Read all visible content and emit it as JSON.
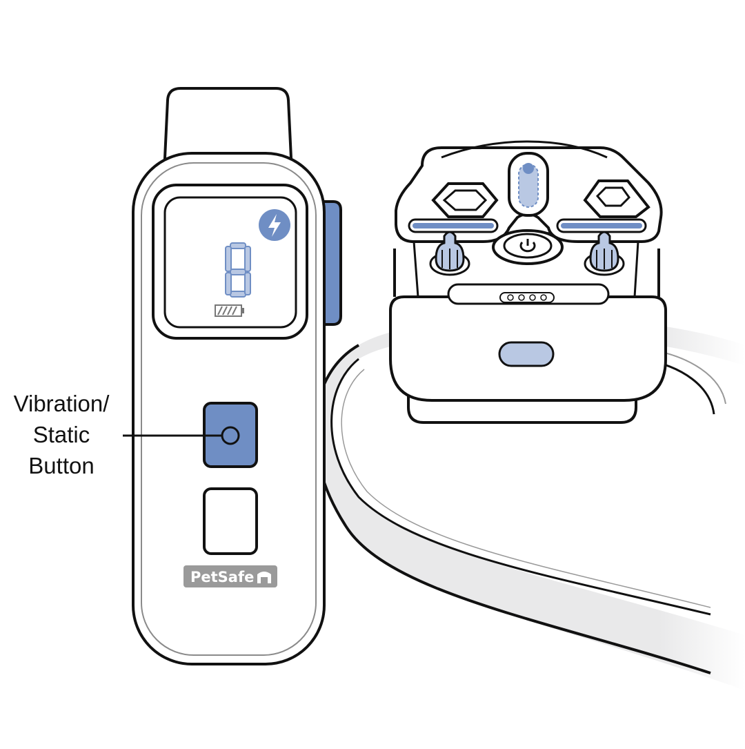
{
  "callout": {
    "line1": "Vibration/",
    "line2": "Static",
    "line3": "Button"
  },
  "brand": {
    "logo_text": "PetSafe"
  },
  "display": {
    "digit": "8",
    "mode_icon": "lightning-bolt-icon",
    "battery_icon": "battery-icon"
  },
  "colors": {
    "accent": "#6f8ec4",
    "accent_light": "#b9c8e3",
    "outline": "#111111",
    "logo_gray": "#9a9a9a",
    "strap_fill": "#e9e9ea"
  }
}
